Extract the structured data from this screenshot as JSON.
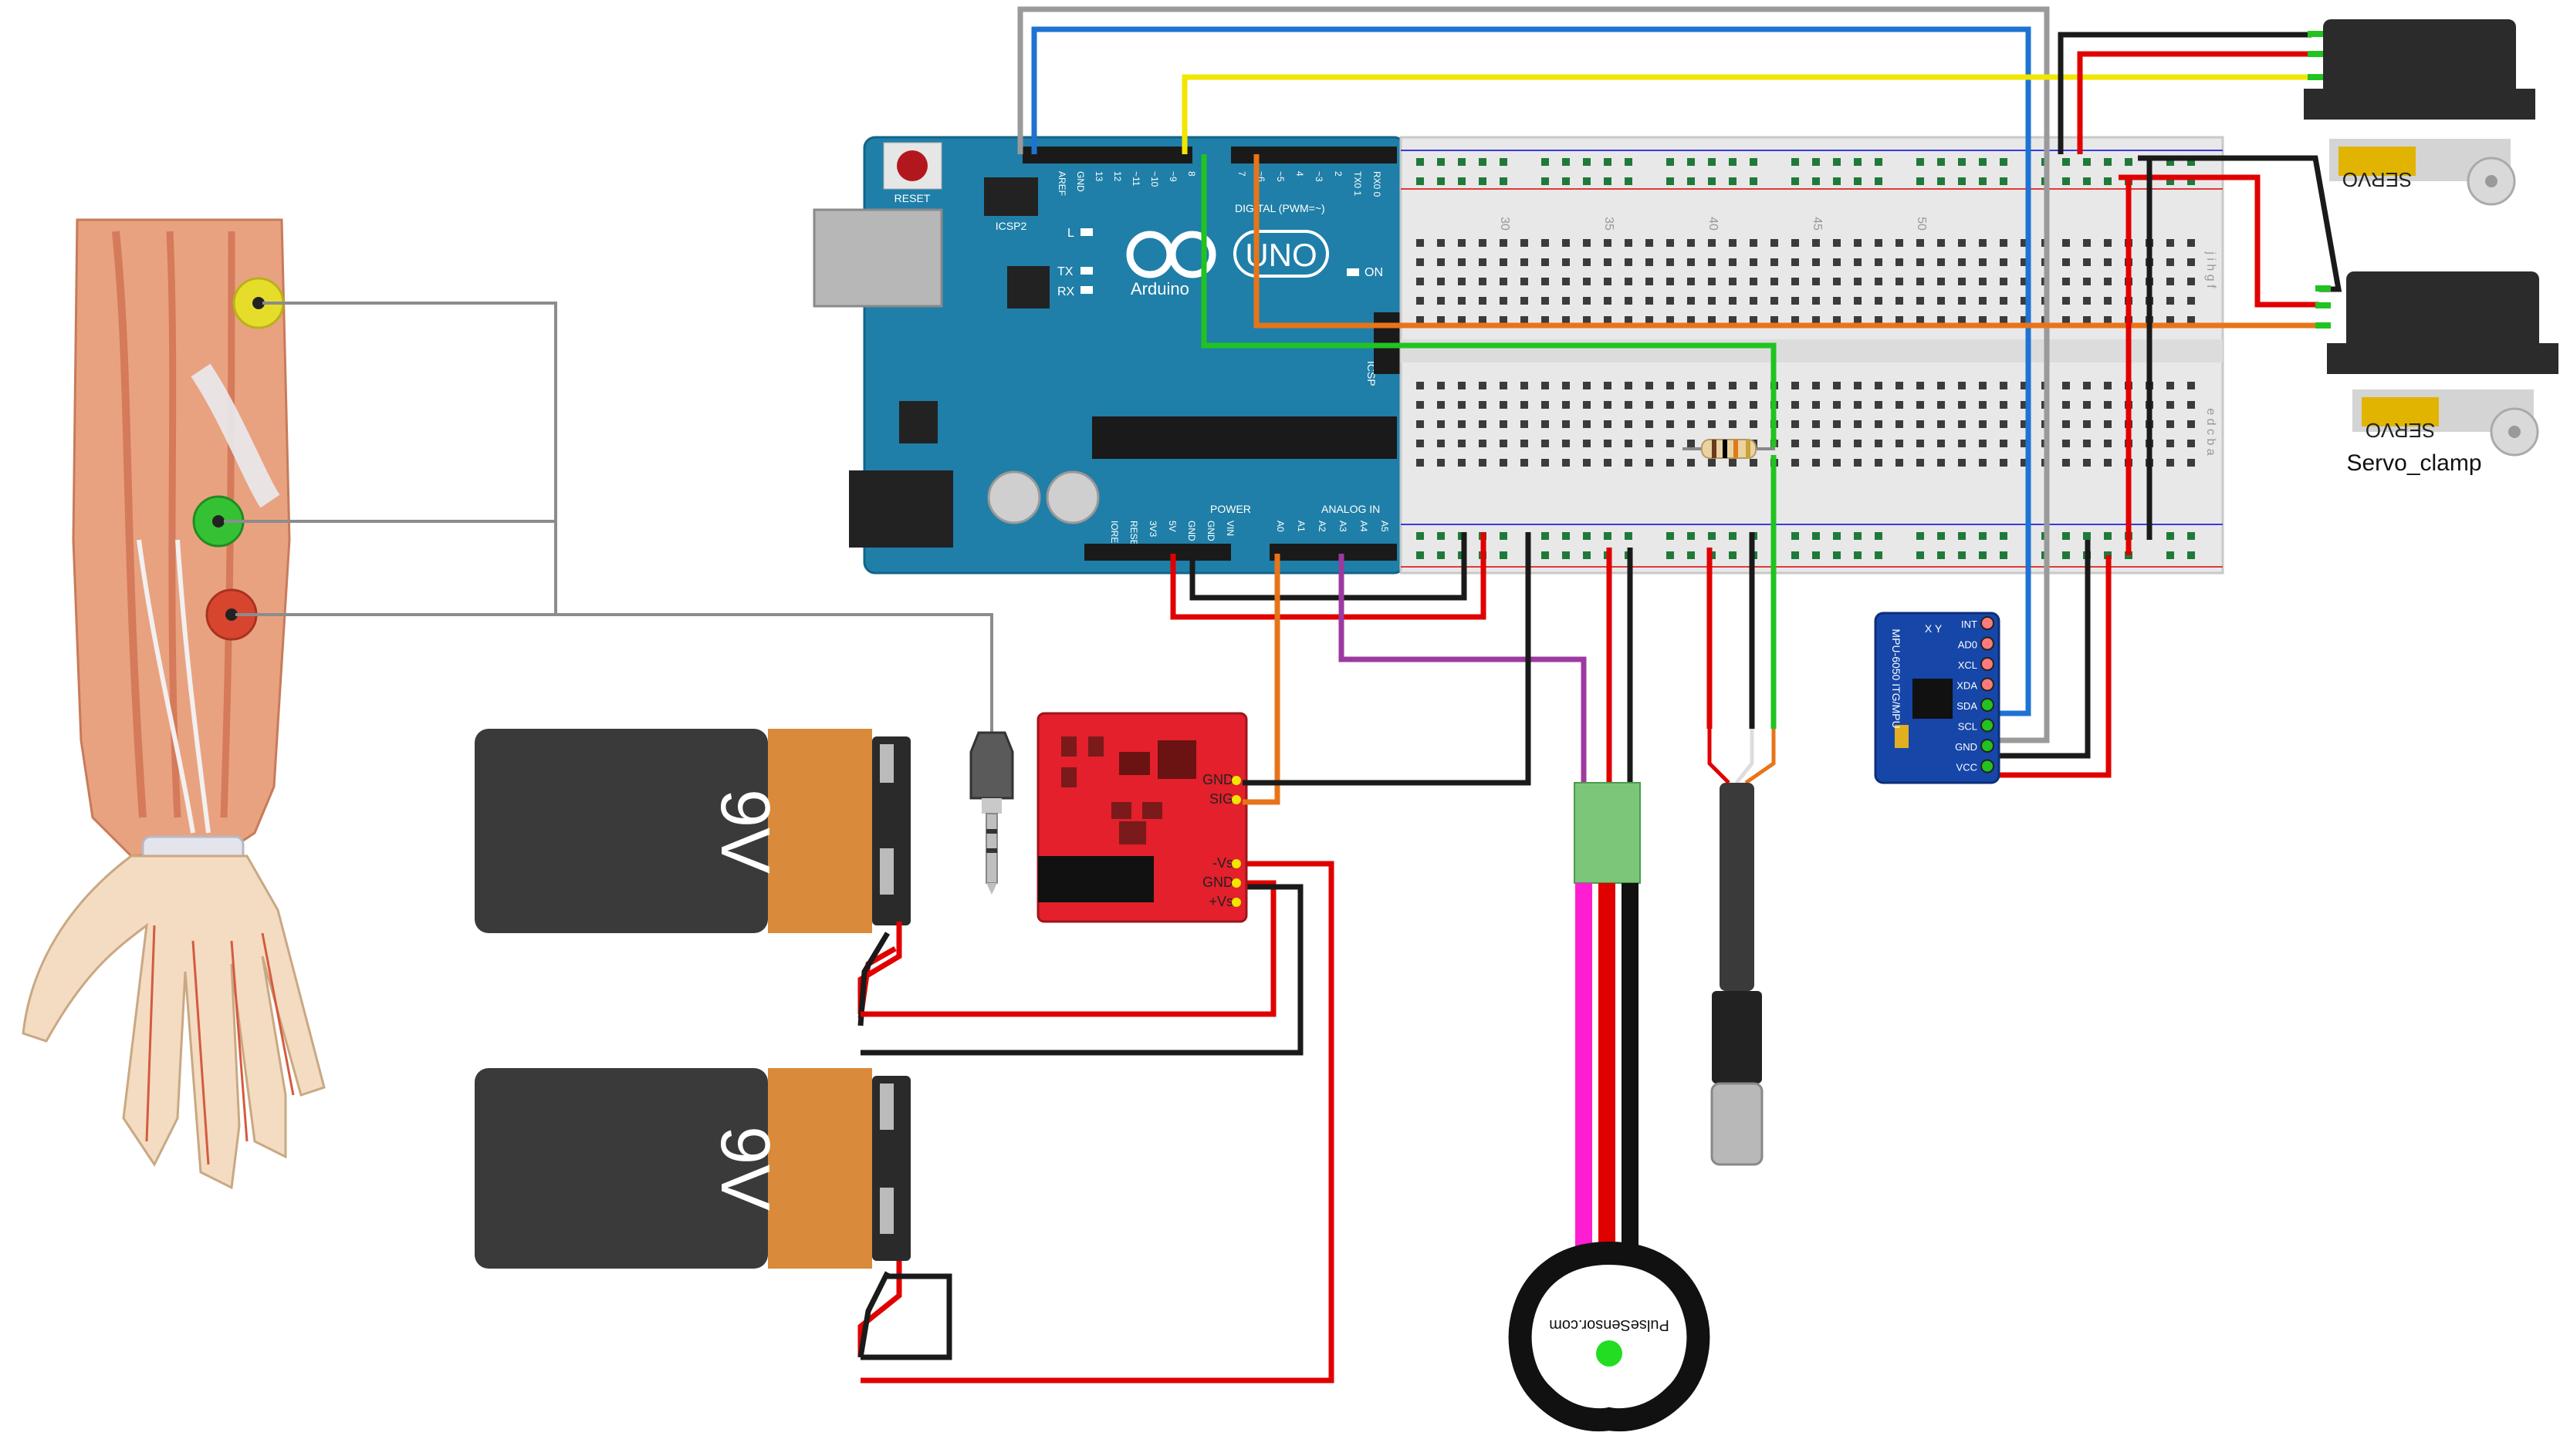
{
  "colors": {
    "wire_red": "#e00000",
    "wire_black": "#1a1a1a",
    "wire_blue": "#1e73d2",
    "wire_gray": "#9a9a9a",
    "wire_yellow": "#f2e600",
    "wire_orange": "#e8741a",
    "wire_green": "#21c321",
    "wire_purple": "#9c3aa0",
    "wire_magenta": "#ff1ed2",
    "arduino_board": "#1f7fa8",
    "emg_board": "#e3202b",
    "imu_board": "#1646a8",
    "battery_body": "#3a3a3a",
    "battery_cap": "#d98a3a",
    "electrode_yellow": "#e6dd2a",
    "electrode_green": "#34c234",
    "electrode_red": "#d8452f"
  },
  "arduino": {
    "reset_label": "RESET",
    "icsp2_label": "ICSP2",
    "brand": "Arduino",
    "model": "UNO",
    "on_label": "ON",
    "l_label": "L",
    "tx_label": "TX",
    "rx_label": "RX",
    "digital_label": "DIGITAL (PWM=~)",
    "power_label": "POWER",
    "analog_label": "ANALOG IN",
    "icsp_label": "ICSP",
    "digital_pins": [
      "AREF",
      "GND",
      "13",
      "12",
      "~11",
      "~10",
      "~9",
      "8",
      "7",
      "~6",
      "~5",
      "4",
      "~3",
      "2",
      "TX0 1",
      "RX0 0"
    ],
    "power_pins": [
      "IOREF",
      "RESET",
      "3V3",
      "5V",
      "GND",
      "GND",
      "VIN"
    ],
    "analog_pins": [
      "A0",
      "A1",
      "A2",
      "A3",
      "A4",
      "A5"
    ]
  },
  "breadboard": {
    "column_numbers": [
      "30",
      "35",
      "40",
      "45",
      "50"
    ],
    "row_letters_top": "j i h g f",
    "row_letters_bottom": "e d c b a"
  },
  "batteries": [
    {
      "label": "9V"
    },
    {
      "label": "9V"
    }
  ],
  "emg_sensor": {
    "pins": [
      "GND",
      "SIG",
      "-Vs",
      "GND",
      "+Vs"
    ]
  },
  "imu": {
    "model_label": "MPU-6050 ITG/MPU",
    "pins": [
      "INT",
      "AD0",
      "XCL",
      "XDA",
      "SDA",
      "SCL",
      "GND",
      "VCC"
    ],
    "axis_label": "X Y"
  },
  "servos": [
    {
      "brand": "SERVO",
      "caption": ""
    },
    {
      "brand": "SERVO",
      "caption": "Servo_clamp"
    }
  ],
  "pulse_sensor": {
    "label": "PulseSensor.com"
  }
}
